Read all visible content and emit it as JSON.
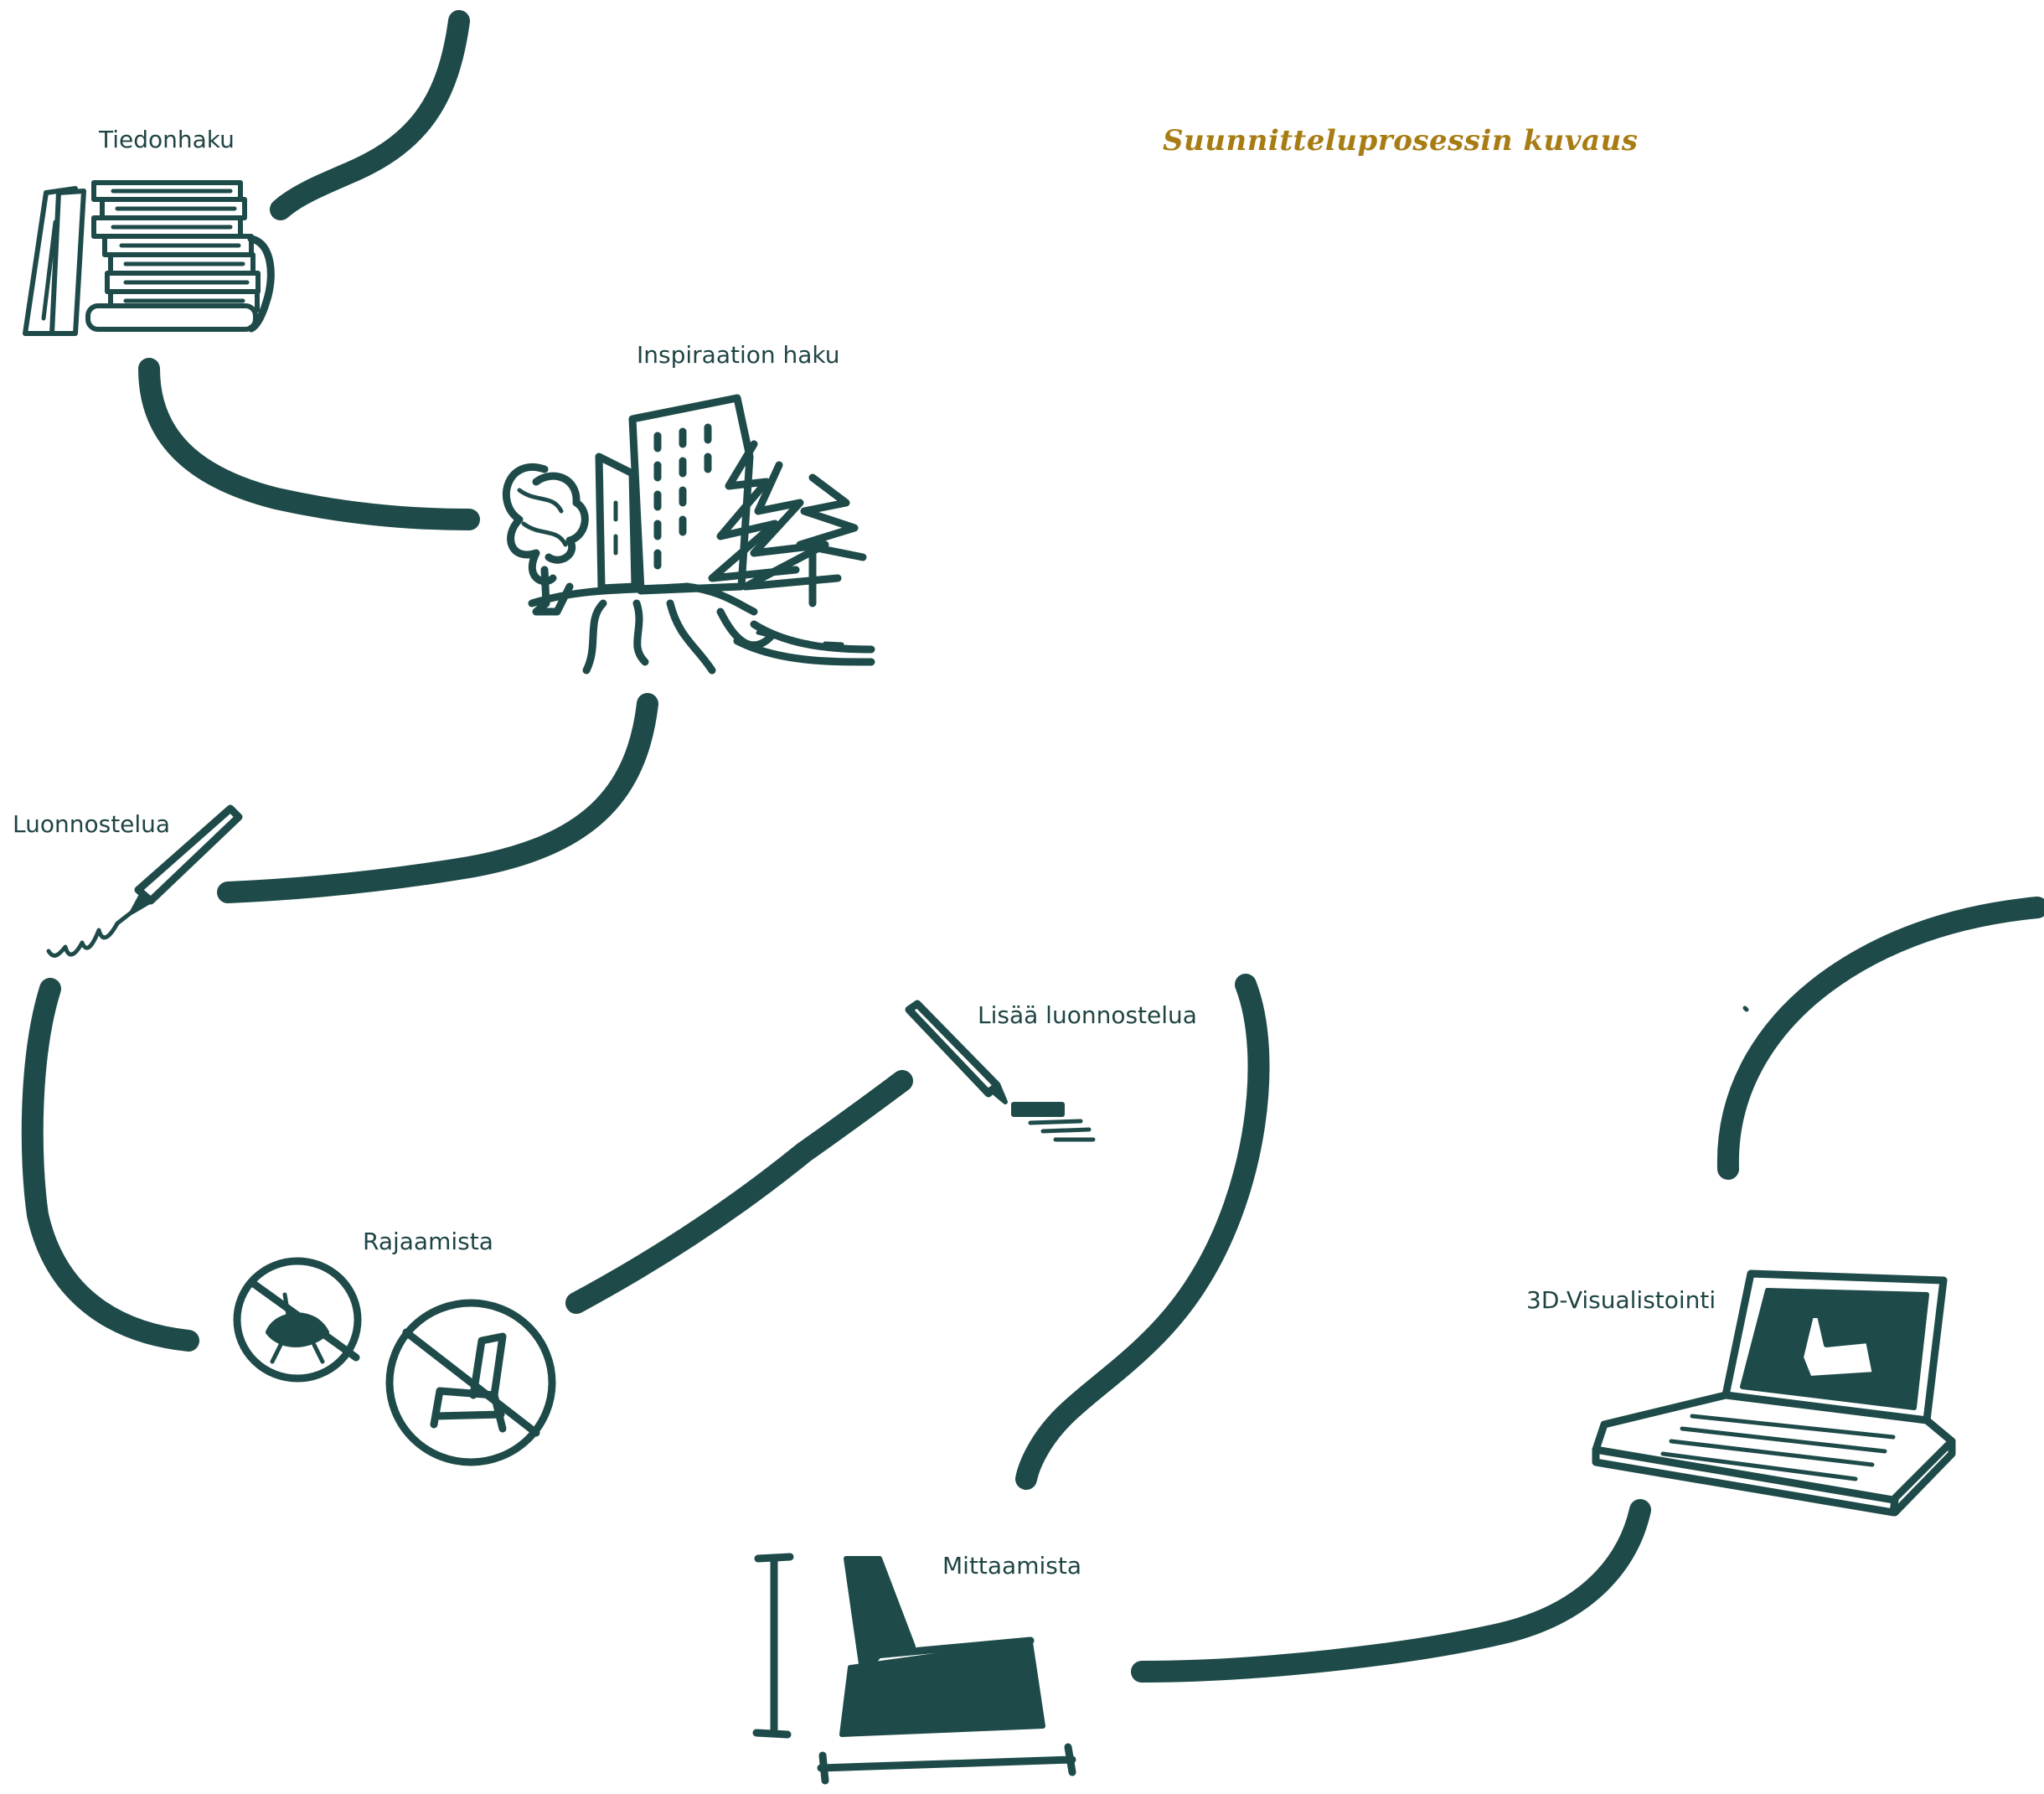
{
  "title": "Suunnitteluprosessin kuvaus",
  "steps": [
    {
      "label": "Tiedonhaku",
      "icon": "books-icon"
    },
    {
      "label": "Inspiraation haku",
      "icon": "cityscape-icon"
    },
    {
      "label": "Luonnostelua",
      "icon": "pen-icon"
    },
    {
      "label": "Lisää luonnostelua",
      "icon": "pencil-icon"
    },
    {
      "label": "Rajaamista",
      "icon": "crossed-chairs-icon"
    },
    {
      "label": "Mittaamista",
      "icon": "measured-chair-icon"
    },
    {
      "label": "3D-Visualistointi",
      "icon": "laptop-icon"
    }
  ],
  "colors": {
    "ink": "#1e4b49",
    "title": "#a77c13",
    "label": "#1f4444"
  }
}
